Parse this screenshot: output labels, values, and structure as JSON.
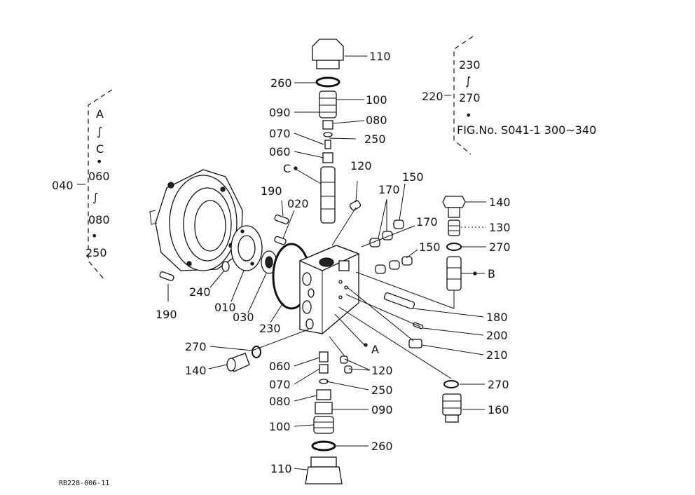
{
  "callouts": {
    "c110a": "110",
    "c260a": "260",
    "c100a": "100",
    "c090a": "090",
    "c080a": "080",
    "c070a": "070",
    "c250a": "250",
    "c060a": "060",
    "cCa": "C",
    "c120a": "120",
    "c190a": "190",
    "c020": "020",
    "c170a": "170",
    "c150a": "150",
    "c170b": "170",
    "c150b": "150",
    "c140a": "140",
    "c130": "130",
    "c270a": "270",
    "cB": "B",
    "c190b": "190",
    "c240": "240",
    "c010": "010",
    "c030": "030",
    "c230": "230",
    "c180": "180",
    "c200": "200",
    "c210": "210",
    "cA": "A",
    "c270b": "270",
    "c140b": "140",
    "c060b": "060",
    "c120b": "120",
    "c070b": "070",
    "c250b": "250",
    "c080b": "080",
    "c090b": "090",
    "c100b": "100",
    "c260b": "260",
    "c110b": "110",
    "c270c": "270",
    "c160": "160"
  },
  "group_040": {
    "label": "040",
    "lines": [
      "A",
      "∫",
      "C",
      "•",
      "060",
      "∫",
      "080",
      "•",
      "250"
    ]
  },
  "group_220": {
    "label": "220",
    "lines": [
      "230",
      "∫",
      "270",
      "•",
      "FIG.No. S041-1 300∼340"
    ]
  },
  "drawing_code": "RB228-006-11"
}
